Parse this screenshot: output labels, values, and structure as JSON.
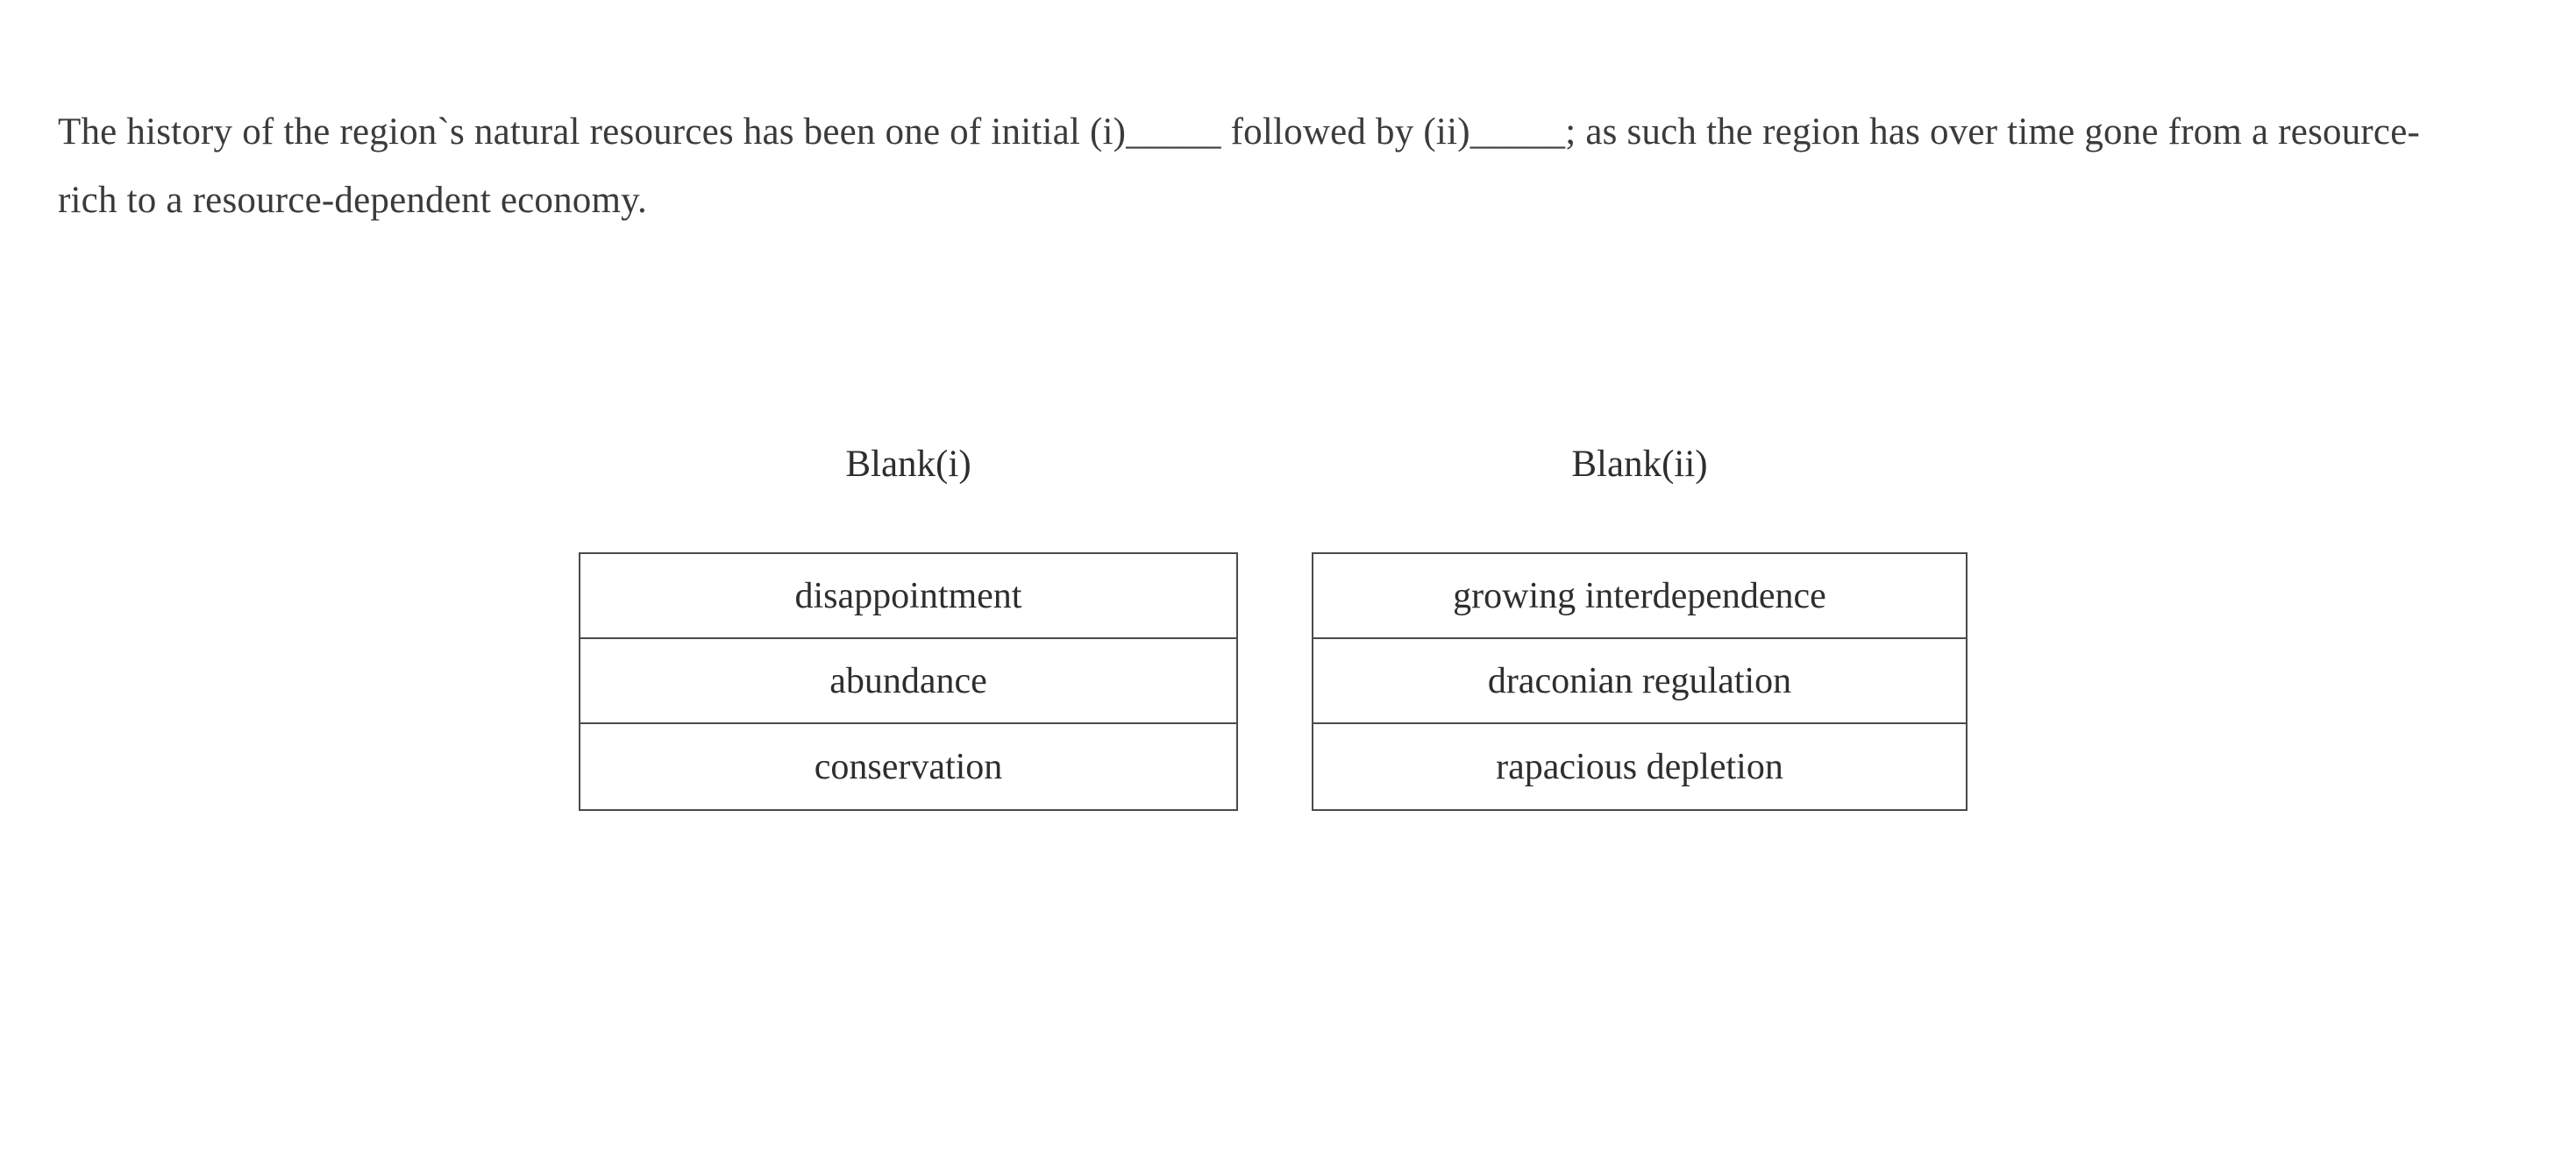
{
  "question": {
    "text": "The history of the region`s natural resources has been one of initial (i)_____ followed by (ii)_____; as such the region has over time gone from a resource-rich to a resource-dependent economy."
  },
  "blanks": [
    {
      "label": "Blank(i)",
      "options": [
        "disappointment",
        "abundance",
        "conservation"
      ]
    },
    {
      "label": "Blank(ii)",
      "options": [
        "growing interdependence",
        "draconian regulation",
        "rapacious depletion"
      ]
    }
  ],
  "colors": {
    "text": "#3b3b3b",
    "border": "#4a4a4a",
    "background": "#ffffff"
  }
}
